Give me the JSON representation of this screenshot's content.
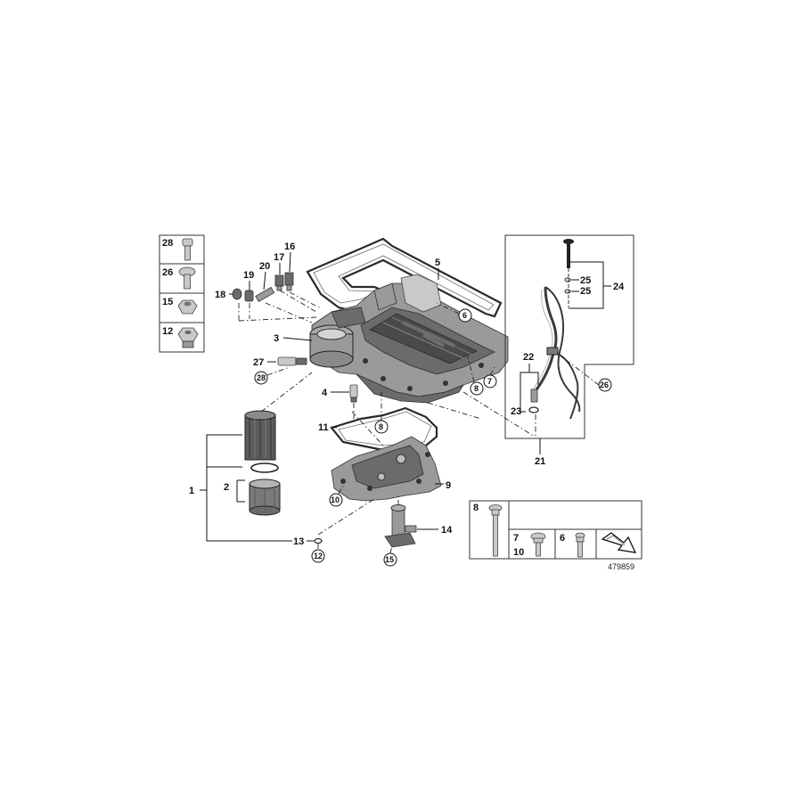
{
  "diagram_number": "479859",
  "labels": {
    "l1": "1",
    "l2": "2",
    "l3": "3",
    "l4": "4",
    "l5": "5",
    "l6": "6",
    "l7": "7",
    "l8": "8",
    "l9": "9",
    "l10": "10",
    "l11": "11",
    "l12": "12",
    "l13": "13",
    "l14": "14",
    "l15": "15",
    "l16": "16",
    "l17": "17",
    "l18": "18",
    "l19": "19",
    "l20": "20",
    "l21": "21",
    "l22": "22",
    "l23": "23",
    "l24": "24",
    "l25a": "25",
    "l25b": "25",
    "l26": "26",
    "l27": "27",
    "l28": "28"
  },
  "circled_refs": {
    "c6": "6",
    "c7": "7",
    "c8a": "8",
    "c8b": "8",
    "c10": "10",
    "c12": "12",
    "c15": "15",
    "c26": "26",
    "c28": "28"
  },
  "legend_left": [
    {
      "num": "28",
      "icon": "socket-head-bolt-icon"
    },
    {
      "num": "26",
      "icon": "hex-bolt-icon"
    },
    {
      "num": "15",
      "icon": "hex-nut-icon"
    },
    {
      "num": "12",
      "icon": "drain-plug-icon"
    }
  ],
  "legend_bottom": [
    {
      "nums": [
        "8"
      ],
      "icon": "long-bolt-icon"
    },
    {
      "nums": [
        "7",
        "10"
      ],
      "icon": "flange-bolt-icon"
    },
    {
      "nums": [
        "6"
      ],
      "icon": "short-bolt-icon"
    },
    {
      "nums": [],
      "icon": "direction-arrow-icon"
    }
  ]
}
